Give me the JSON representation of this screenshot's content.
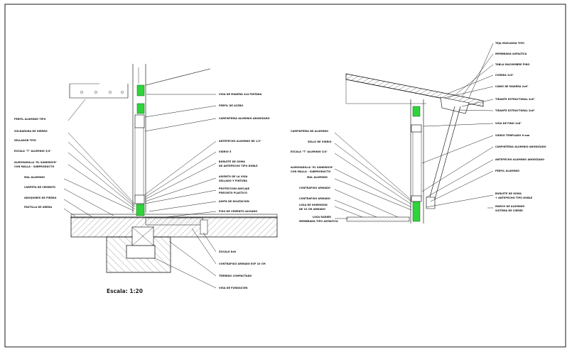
{
  "title_scale": "Escala: 1:20",
  "left_detail": {
    "labels_left": [
      "PERFIL ALUMINIO TIPO",
      "SOLDADURA DE HIERRO",
      "SELLADOR TIPO",
      "ESCALA \"T\" ALUMINIO 3/4\"",
      "ALMOHADILLA \"EL SANDWICH\"",
      "CON MALLA - SUBPRODUCTO",
      "MAL ALUMINIO",
      "CARPETA DE CEMENTO",
      "ADOQUINES DE PIEDRA",
      "PASTILLA DE ARENA"
    ],
    "labels_right": [
      "VIGA DE MADERA 2x4 PINTADA",
      "PERFIL DE ACERO",
      "CARPINTERIA ALUMINIO ANODIZADO",
      "ANTEPECHO ALUMINIO DE 1/2\"",
      "VIDRIO 5",
      "BURLETE DE GOMA",
      "DE ANTEPECHO TIPO DOBLE",
      "ASIENTO DE LA VIGA",
      "SELLADO Y PINTURA",
      "PROTECCION ANCLAJE",
      "PRECINTO PLASTICO",
      "JUNTA DE DILATACION",
      "PISO DE CEMENTO ALISADO",
      "ZOCALO 8x8",
      "CONTRAPISO ARMADO ESP 10 CM",
      "TERRENO COMPACTADO",
      "VIGA DE FUNDACION"
    ]
  },
  "right_detail": {
    "labels_left": [
      "CARPINTERIA DE ALUMINIO",
      "SELLO DE VIDRIO",
      "ESCALA \"T\" ALUMINIO 3/4\"",
      "ALMOHADILLA \"EL SANDWICH\"",
      "CON MALLA - SUBPRODUCTO",
      "MAL ALUMINIO",
      "CONTRAPISO ARMADO",
      "CONTRAPISO ARMADO",
      "LOSA DE HORMIGON",
      "DE 10 CM ARMADO",
      "LOSA RADIER",
      "MEMBRANA TIPO ASFALTICA"
    ],
    "labels_right": [
      "TEJA MUSLINGA TIPO",
      "MEMBRANA ASFALTICA",
      "TABLA MACHIMBRE PINO",
      "CORREA 2x3\"",
      "CABIO DE MADERA 2x6\"",
      "TIRANTE ESTRUCTURAL 2x6\"",
      "TIRANTE ESTRUCTURAL 2x6\"",
      "VIGA DE PINO 2x6\"",
      "VIDRIO TEMPLADO 6 mm",
      "CARPINTERIA ALUMINIO ANODIZADO",
      "ANTEPECHO ALUMINIO ANODIZADO",
      "PERFIL ALUMINIO",
      "BURLETE DE GOMA",
      "+ ANTEPECHO TIPO DOBLE",
      "MARCO DE ALUMINIO",
      "SISTEMA DE CIERRE"
    ]
  },
  "colors": {
    "line": "#000000",
    "glass_accent": "#2fd43a",
    "background": "#ffffff"
  }
}
